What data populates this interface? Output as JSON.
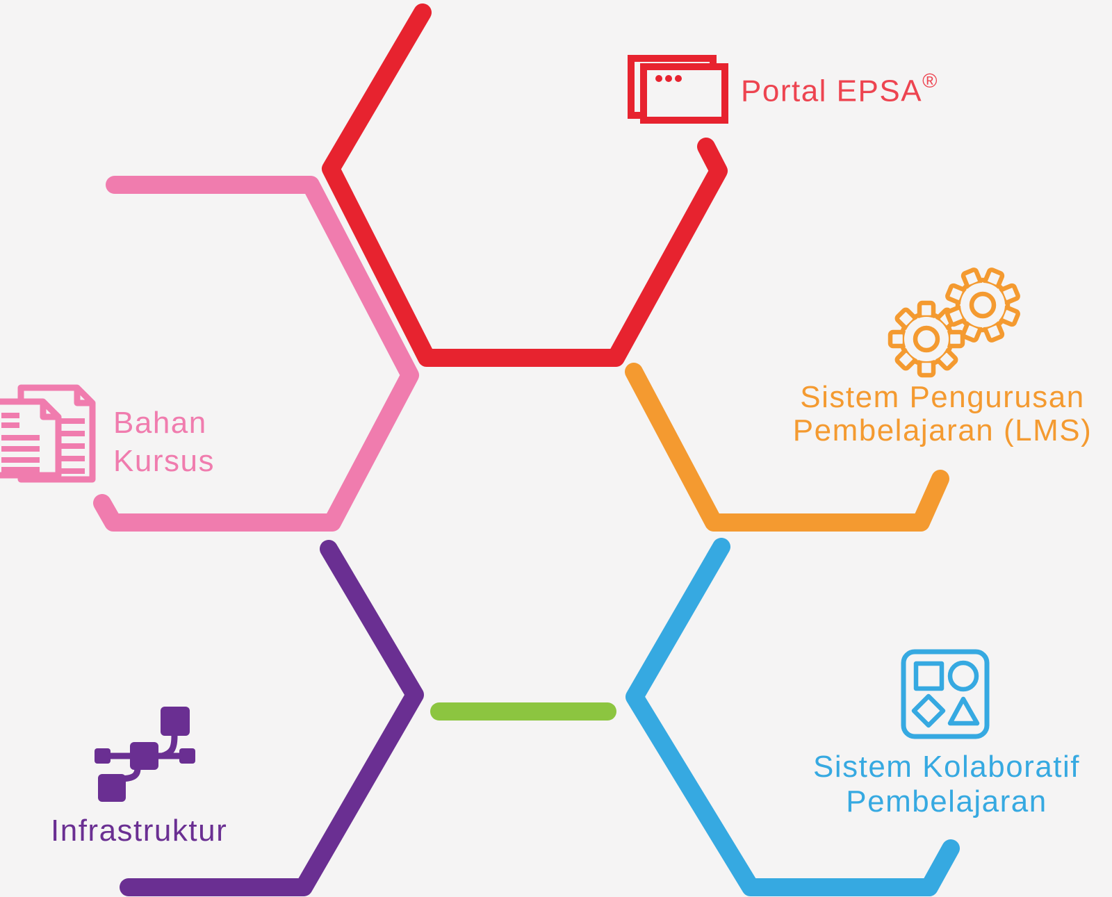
{
  "palette": {
    "background": "#F5F4F4",
    "red": "#E7232F",
    "red_text": "#ED4450",
    "pink": "#F07CAE",
    "orange": "#F49A30",
    "blue": "#36A9E1",
    "purple": "#6A2F92",
    "green": "#8CC540"
  },
  "nodes": {
    "portal": {
      "label": "Portal EPSA",
      "trademark": "®"
    },
    "lms": {
      "line1": "Sistem Pengurusan",
      "line2": "Pembelajaran (LMS)"
    },
    "collaborative": {
      "line1": "Sistem Kolaboratif",
      "line2": "Pembelajaran"
    },
    "course_materials": {
      "line1": "Bahan",
      "line2": "Kursus"
    },
    "infrastructure": {
      "label": "Infrastruktur"
    }
  }
}
